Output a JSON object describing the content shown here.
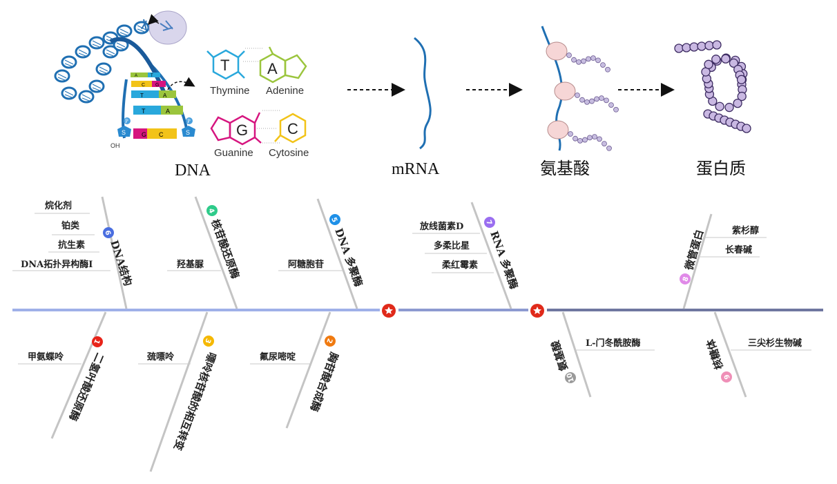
{
  "pipeline": {
    "stages": [
      "DNA",
      "mRNA",
      "氨基酸",
      "蛋白质"
    ],
    "bases": [
      {
        "letter": "T",
        "name": "Thymine",
        "color": "#29a8dc"
      },
      {
        "letter": "A",
        "name": "Adenine",
        "color": "#9bc53d"
      },
      {
        "letter": "G",
        "name": "Guanine",
        "color": "#d6157f"
      },
      {
        "letter": "C",
        "name": "Cytosine",
        "color": "#f2c318"
      }
    ],
    "dna_strand_letters": [
      "G",
      "C",
      "T",
      "A",
      "T",
      "A",
      "C",
      "G",
      "A",
      "T",
      "S",
      "P",
      "OH"
    ]
  },
  "fishbone": {
    "spine_colors": [
      "#9fb0e8",
      "#8d9ad0",
      "#6f77a0"
    ],
    "marker_color": "#e02a1a",
    "top_bones": [
      {
        "number": "6",
        "label": "DNA结构",
        "color": "#4a6ee0",
        "items": [
          "烷化剂",
          "铂类",
          "抗生素",
          "DNA拓扑异构酶I"
        ]
      },
      {
        "number": "4",
        "label": "核苷酸还原酶",
        "color": "#2ecb8a",
        "items": [
          "羟基脲"
        ]
      },
      {
        "number": "5",
        "label": "DNA 多聚酶",
        "color": "#1e90e8",
        "items": [
          "阿糖胞苷"
        ]
      },
      {
        "number": "7",
        "label": "RNA 多聚酶",
        "color": "#9a6ef0",
        "items": [
          "放线菌素D",
          "多柔比星",
          "柔红霉素"
        ]
      },
      {
        "number": "8",
        "label": "微管蛋白",
        "color": "#e08ae8",
        "items": [
          "紫杉醇",
          "长春碱"
        ]
      }
    ],
    "bottom_bones": [
      {
        "number": "1",
        "label": "二氢叶酸还原酶",
        "color": "#e8241a",
        "items": [
          "甲氨蝶呤"
        ]
      },
      {
        "number": "3",
        "label": "嘌呤核苷酸的相互转变",
        "color": "#f5b800",
        "items": [
          "巯嘌呤"
        ]
      },
      {
        "number": "2",
        "label": "胸苷酸合成酶",
        "color": "#f07a10",
        "items": [
          "氟尿嘧啶"
        ]
      },
      {
        "number": "10",
        "label": "氨基酸",
        "color": "#9a9a9a",
        "items": [
          "L-门冬酰胺酶"
        ]
      },
      {
        "number": "9",
        "label": "核糖体",
        "color": "#ef8fb7",
        "items": [
          "三尖杉生物碱"
        ]
      }
    ]
  }
}
